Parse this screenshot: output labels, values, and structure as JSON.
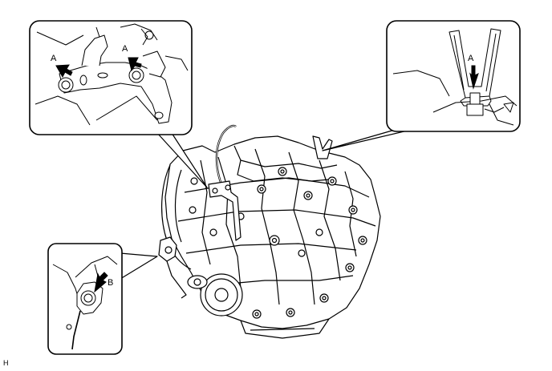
{
  "callouts": {
    "inset_top_left": {
      "labels": [
        "A",
        "A"
      ]
    },
    "inset_top_right": {
      "labels": [
        "A"
      ]
    },
    "inset_bottom_left": {
      "labels": [
        "B"
      ]
    }
  },
  "figure_code": "H"
}
